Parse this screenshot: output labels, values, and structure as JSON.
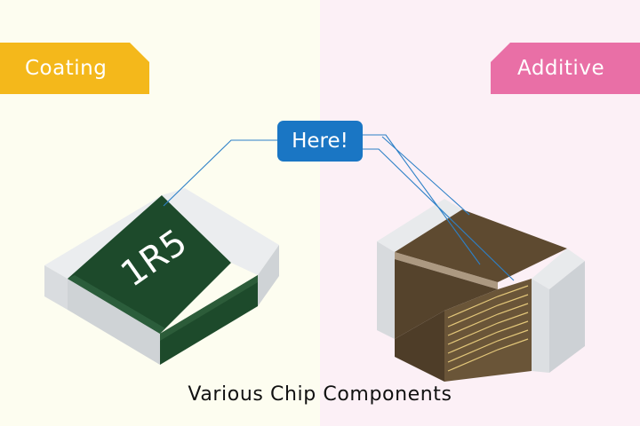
{
  "labels": {
    "left_tag": "Coating",
    "right_tag": "Additive",
    "callout": "Here!",
    "chip_marking": "1R5",
    "caption": "Various Chip Components"
  },
  "colors": {
    "left_bg": "#fdfdf0",
    "right_bg": "#fcf0f6",
    "left_tag": "#f4b81b",
    "right_tag": "#e96fa6",
    "callout": "#1a76c4",
    "resistor_body": "#1d4a2b",
    "capacitor_body": "#5e4a30",
    "electrode": "#e4e6e8",
    "leader_line": "#2d80c7"
  }
}
